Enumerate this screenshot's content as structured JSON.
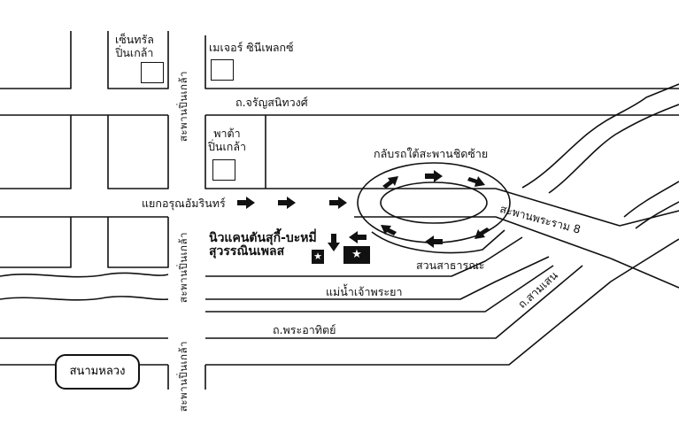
{
  "labels": {
    "central_pinklao": [
      "เซ็นทรัล",
      "ปิ่นเกล้า"
    ],
    "major_cineplex": "เมเจอร์ ซินีเพลกซ์",
    "road_charansanitwong": "ถ.จรัญสนิทวงศ์",
    "pata_pinklao": [
      "พาต้า",
      "ปิ่นเกล้า"
    ],
    "u_turn_note": "กลับรถใต้สะพานชิดซ้าย",
    "arun_amarin_junction": "แยกอรุณอัมรินทร์",
    "rama8_bridge": "สะพานพระราม 8",
    "hotel_name": [
      "นิวแคนตันสุกี้-บะหมี่",
      "สุวรรณินเพลส"
    ],
    "public_park": "สวนสาธารณะ",
    "chao_phraya_river": "แม่น้ำเจ้าพระยา",
    "road_phra_athit": "ถ.พระอาทิตย์",
    "road_samsen": "ถ.สามเสน",
    "sanam_luang": "สนามหลวง",
    "bridge_pinklao_top": "สะพานปิ่นเกล้า",
    "bridge_pinklao_mid": "สะพานปิ่นเกล้า",
    "bridge_pinklao_bottom": "สะพานปิ่นเกล้า"
  },
  "colors": {
    "ink": "#111111",
    "paper": "#ffffff"
  }
}
